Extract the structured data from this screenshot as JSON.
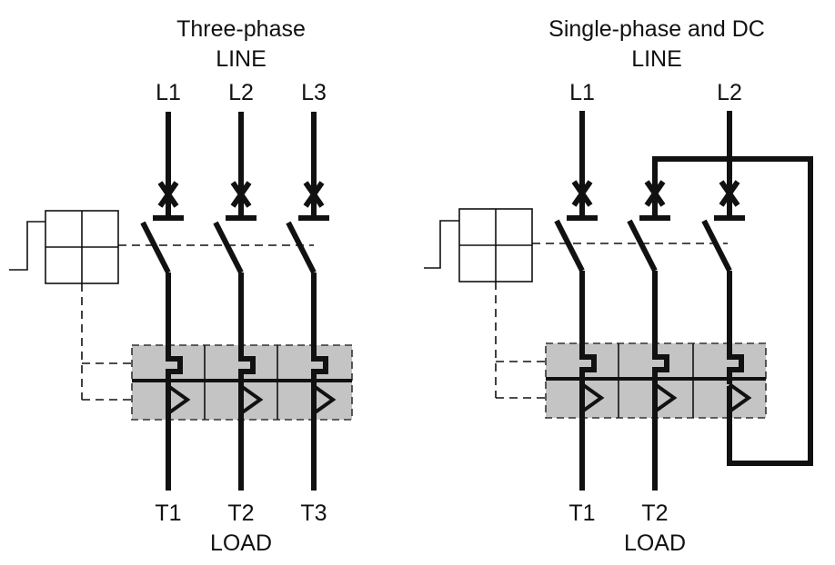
{
  "left": {
    "title_line1": "Three-phase",
    "title_line2": "LINE",
    "terminals_top": [
      "L1",
      "L2",
      "L3"
    ],
    "terminals_bottom": [
      "T1",
      "T2",
      "T3"
    ],
    "load_label": "LOAD"
  },
  "right": {
    "title_line1": "Single-phase and DC",
    "title_line2": "LINE",
    "terminals_top": [
      "L1",
      "L2"
    ],
    "terminals_bottom": [
      "T1",
      "T2"
    ],
    "load_label": "LOAD"
  },
  "colors": {
    "line": "#111111",
    "overload_block": "#c4c4c4",
    "background": "#ffffff"
  }
}
